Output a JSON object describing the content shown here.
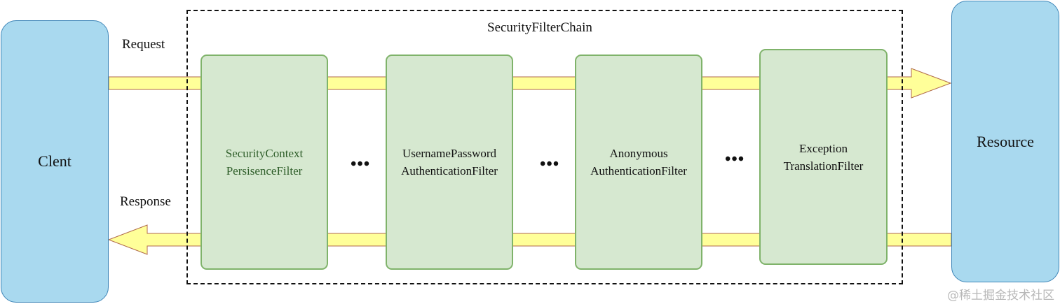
{
  "chain": {
    "title": "SecurityFilterChain"
  },
  "client": {
    "label": "Clent"
  },
  "resource": {
    "label": "Resource"
  },
  "flows": {
    "request": "Request",
    "response": "Response"
  },
  "filters": [
    {
      "line1": "SecurityContext",
      "line2": "PersisenceFilter"
    },
    {
      "line1": "UsernamePassword",
      "line2": "AuthenticationFilter"
    },
    {
      "line1": "Anonymous",
      "line2": "AuthenticationFilter"
    },
    {
      "line1": "Exception",
      "line2": "TranslationFilter"
    }
  ],
  "ellipsis": "•••",
  "watermark": "@稀土掘金技术社区",
  "colors": {
    "endpoint_fill": "#a9d9ef",
    "filter_fill": "#d6e8d0",
    "filter_border": "#7fb36a",
    "arrow_fill": "#ffff99",
    "arrow_stroke": "#b06a4a"
  }
}
